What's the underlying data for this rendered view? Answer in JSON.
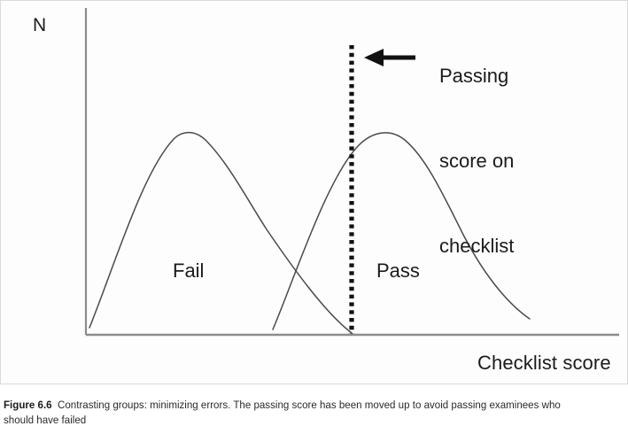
{
  "figure": {
    "y_axis_label": "N",
    "x_axis_label": "Checklist score",
    "region_labels": {
      "left": "Fail",
      "right": "Pass"
    },
    "callout": {
      "line1": "Passing",
      "line2": "score on",
      "line3": "checklist",
      "arrow_direction": "left"
    },
    "cutscore_line": {
      "style": "dotted",
      "color": "#111111"
    },
    "colors": {
      "axis": "#8c8c8c",
      "curve": "#4a4a4a",
      "text": "#1b1b1b",
      "background": "#ffffff",
      "dotted_line": "#111111"
    }
  },
  "caption": {
    "label": "Figure 6.6",
    "body": "Contrasting groups: minimizing errors. The passing score has been moved up to avoid passing examinees who should have failed"
  },
  "chart_data": {
    "type": "line",
    "title": "",
    "xlabel": "Checklist score",
    "ylabel": "N",
    "grid": false,
    "legend": "none",
    "xlim": [
      96,
      698
    ],
    "ylim": [
      377,
      8
    ],
    "annotations": [
      {
        "text": "Fail",
        "x": 220,
        "y": 305
      },
      {
        "text": "Pass",
        "x": 450,
        "y": 305
      },
      {
        "text": "Passing score on checklist",
        "x": 495,
        "y": 50
      }
    ],
    "vertical_lines": [
      {
        "name": "passing-score",
        "x": 396,
        "y_top": 50,
        "y_bottom": 377,
        "style": "dotted"
      }
    ],
    "arrows": [
      {
        "name": "callout-arrow",
        "x_start": 468,
        "y_start": 64,
        "x_end": 412,
        "y_end": 64
      }
    ],
    "series": [
      {
        "name": "Fail distribution",
        "peak_x": 210,
        "peak_y": 150,
        "x_start": 100,
        "x_end": 396,
        "points": [
          [
            100,
            368
          ],
          [
            120,
            300
          ],
          [
            145,
            230
          ],
          [
            175,
            178
          ],
          [
            210,
            150
          ],
          [
            250,
            168
          ],
          [
            285,
            210
          ],
          [
            315,
            258
          ],
          [
            345,
            283
          ],
          [
            375,
            340
          ],
          [
            396,
            374
          ]
        ]
      },
      {
        "name": "Pass distribution",
        "peak_x": 452,
        "peak_y": 150,
        "x_start": 307,
        "x_end": 597,
        "points": [
          [
            307,
            370
          ],
          [
            330,
            312
          ],
          [
            345,
            283
          ],
          [
            370,
            228
          ],
          [
            400,
            186
          ],
          [
            425,
            162
          ],
          [
            452,
            150
          ],
          [
            485,
            168
          ],
          [
            515,
            205
          ],
          [
            550,
            262
          ],
          [
            580,
            322
          ],
          [
            597,
            358
          ]
        ]
      }
    ],
    "crossing_point": {
      "x": 345,
      "y": 283
    }
  }
}
